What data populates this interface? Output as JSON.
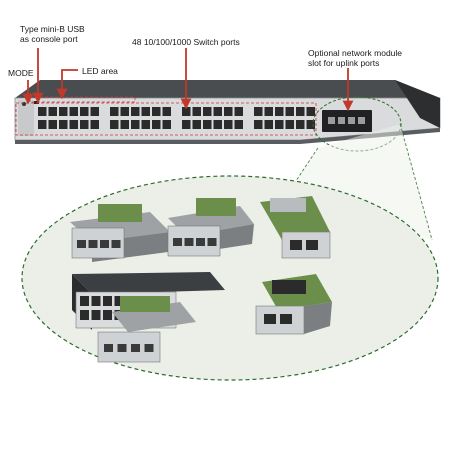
{
  "callouts": {
    "usb_console": "Type mini-B USB\nas console port",
    "mode": "MODE",
    "led_area": "LED area",
    "switch_ports": "48 10/100/1000 Switch ports",
    "network_module": "Optional network module\nslot for uplink ports"
  },
  "colors": {
    "arrow": "#c0392b",
    "dashed_box": "#cc3333",
    "ellipse_border": "#2e6b2e",
    "ellipse_fill": "#ecefe8",
    "chassis": "#3c3f42",
    "front_panel": "#d9dbdc",
    "port": "#2b2b2b",
    "module_metal": "#b9bcbf",
    "pcb_green": "#6b8f4a"
  }
}
